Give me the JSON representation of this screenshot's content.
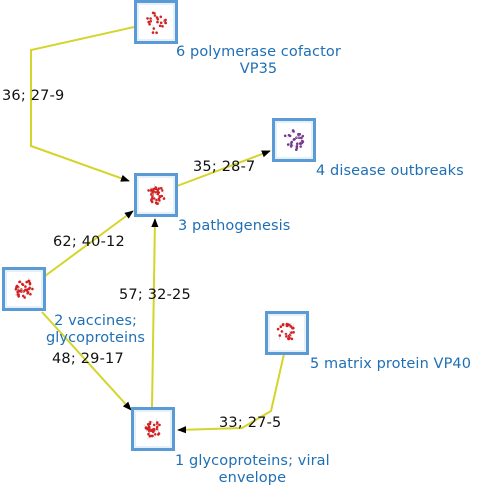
{
  "diagram": {
    "colors": {
      "edge": "#d4d42a",
      "arrowhead": "#000000",
      "node_border": "#5b9bd5",
      "label": "#1f6fb5",
      "dots_red": "#d42020",
      "dots_purple": "#7a3a8c"
    },
    "nodes": [
      {
        "id": "n6",
        "icon": "cluster-thumbnail-icon",
        "dot_color": "red",
        "label_lines": [
          "6 polymerase cofactor",
          "VP35"
        ]
      },
      {
        "id": "n4",
        "icon": "cluster-thumbnail-icon",
        "dot_color": "purple",
        "label_lines": [
          "4 disease outbreaks"
        ]
      },
      {
        "id": "n3",
        "icon": "cluster-thumbnail-icon",
        "dot_color": "red",
        "label_lines": [
          "3 pathogenesis"
        ]
      },
      {
        "id": "n2",
        "icon": "cluster-thumbnail-icon",
        "dot_color": "red",
        "label_lines": [
          "2 vaccines;",
          "glycoproteins"
        ]
      },
      {
        "id": "n5",
        "icon": "cluster-thumbnail-icon",
        "dot_color": "red",
        "label_lines": [
          "5 matrix protein VP40"
        ]
      },
      {
        "id": "n1",
        "icon": "cluster-thumbnail-icon",
        "dot_color": "red",
        "label_lines": [
          "1 glycoproteins; viral",
          "envelope"
        ]
      }
    ],
    "edges": [
      {
        "from": "n6",
        "to": "n3",
        "label": "36; 27-9"
      },
      {
        "from": "n3",
        "to": "n4",
        "label": "35; 28-7"
      },
      {
        "from": "n2",
        "to": "n3",
        "label": "62; 40-12"
      },
      {
        "from": "n1",
        "to": "n3",
        "label": "57; 32-25"
      },
      {
        "from": "n2",
        "to": "n1",
        "label": "48; 29-17"
      },
      {
        "from": "n5",
        "to": "n1",
        "label": "33; 27-5"
      }
    ]
  }
}
